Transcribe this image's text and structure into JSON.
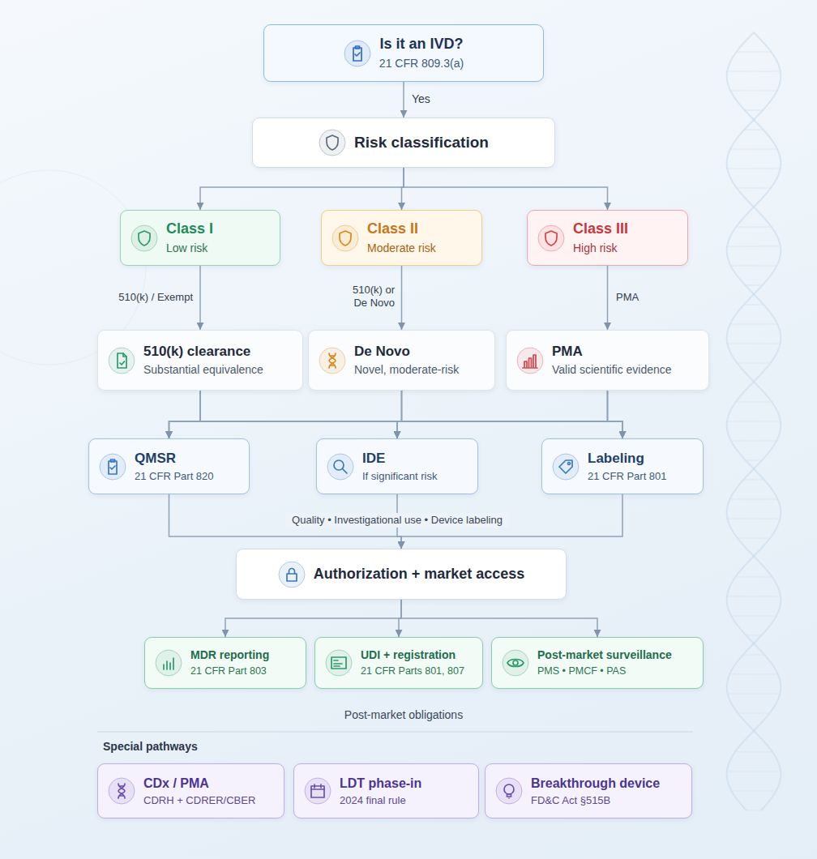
{
  "diagram": {
    "nodes": [
      {
        "text": [
          "Is it an IVD?",
          "21 CFR 809.3(a)"
        ]
      },
      {
        "text": [
          "Risk classification"
        ]
      },
      {
        "text": [
          "Class I",
          "Low risk"
        ]
      },
      {
        "text": [
          "Class II",
          "Moderate risk"
        ]
      },
      {
        "text": [
          "Class III",
          "High risk"
        ]
      },
      {
        "text": [
          "510(k) clearance",
          "Substantial equivalence"
        ]
      },
      {
        "text": [
          "De Novo",
          "Novel, moderate-risk"
        ]
      },
      {
        "text": [
          "PMA",
          "Valid scientific evidence"
        ]
      },
      {
        "text": [
          "QMSR",
          "21 CFR Part 820"
        ]
      },
      {
        "text": [
          "IDE",
          "If significant risk"
        ]
      },
      {
        "text": [
          "Labeling",
          "21 CFR Part 801"
        ]
      },
      {
        "text": [
          "Authorization + market access"
        ]
      },
      {
        "text": [
          "MDR reporting",
          "21 CFR Part 803"
        ]
      },
      {
        "text": [
          "UDI + registration",
          "21 CFR Parts 801, 807"
        ]
      },
      {
        "text": [
          "Post-market surveillance",
          "PMS • PMCF • PAS"
        ]
      },
      {
        "text": [
          "CDx / PMA",
          "CDRH + CDRER/CBER"
        ]
      },
      {
        "text": [
          "LDT phase-in",
          "2024 final rule"
        ]
      },
      {
        "text": [
          "Breakthrough device",
          "FD&C Act §515B"
        ]
      }
    ],
    "edges": [
      {
        "from": 0,
        "to": 1,
        "label": "Yes",
        "arrow": "to"
      },
      {
        "from": 1,
        "to": 2,
        "arrow": "to"
      },
      {
        "from": 1,
        "to": 3,
        "arrow": "to"
      },
      {
        "from": 1,
        "to": 4,
        "arrow": "to"
      },
      {
        "from": 2,
        "to": 5,
        "label": "510(k) / Exempt",
        "arrow": "to"
      },
      {
        "from": 3,
        "to": 6,
        "label": "510(k) or De Novo",
        "arrow": "to"
      },
      {
        "from": 4,
        "to": 7,
        "label": "PMA",
        "arrow": "to"
      },
      {
        "from": 5,
        "to": 8,
        "arrow": "to"
      },
      {
        "from": 5,
        "to": 9,
        "arrow": "to"
      },
      {
        "from": 5,
        "to": 10,
        "arrow": "to"
      },
      {
        "from": 6,
        "to": 8,
        "arrow": "to"
      },
      {
        "from": 6,
        "to": 9,
        "arrow": "to"
      },
      {
        "from": 6,
        "to": 10,
        "arrow": "to"
      },
      {
        "from": 7,
        "to": 8,
        "arrow": "to"
      },
      {
        "from": 7,
        "to": 9,
        "arrow": "to"
      },
      {
        "from": 7,
        "to": 10,
        "arrow": "to"
      },
      {
        "from": 8,
        "to": 11,
        "arrow": "to"
      },
      {
        "from": 9,
        "to": 11,
        "arrow": "to"
      },
      {
        "from": 10,
        "to": 11,
        "arrow": "to"
      },
      {
        "from": 11,
        "to": 12,
        "arrow": "to"
      },
      {
        "from": 11,
        "to": 13,
        "arrow": "to"
      },
      {
        "from": 11,
        "to": 14,
        "arrow": "to"
      }
    ],
    "labels": [
      "Quality • Investigational use • Device labeling",
      "Post-market obligations",
      "Special pathways"
    ]
  }
}
